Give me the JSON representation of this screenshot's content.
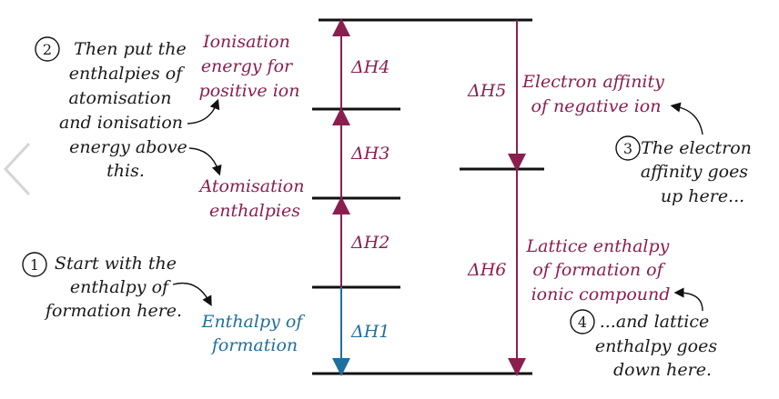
{
  "enthalpy_labels": {
    "h1": "ΔH1",
    "h2": "ΔH2",
    "h3": "ΔH3",
    "h4": "ΔH4",
    "h5": "ΔH5",
    "h6": "ΔH6"
  },
  "stage_labels": {
    "ionisation": [
      "Ionisation",
      "energy for",
      "positive ion"
    ],
    "atomisation": [
      "Atomisation",
      "enthalpies"
    ],
    "formation": [
      "Enthalpy of",
      "formation"
    ],
    "electron_affinity": [
      "Electron affinity",
      "of negative ion"
    ],
    "lattice": [
      "Lattice enthalpy",
      "of formation of",
      "ionic compound"
    ]
  },
  "notes": {
    "step1": {
      "num": "1",
      "lines": [
        "Start with the",
        "enthalpy of",
        "formation here."
      ]
    },
    "step2": {
      "num": "2",
      "lines": [
        "Then put the",
        "enthalpies of",
        "atomisation",
        "and ionisation",
        "energy above",
        "this."
      ]
    },
    "step3": {
      "num": "3",
      "lines": [
        "The electron",
        "affinity goes",
        "up here..."
      ]
    },
    "step4": {
      "num": "4",
      "lines": [
        "...and lattice",
        "enthalpy goes",
        "down here."
      ]
    }
  },
  "icons": {
    "prev": "chevron-left-icon"
  },
  "colors": {
    "maroon": "#8a1f4f",
    "blue": "#1f6f9e",
    "levels": "#111111"
  }
}
